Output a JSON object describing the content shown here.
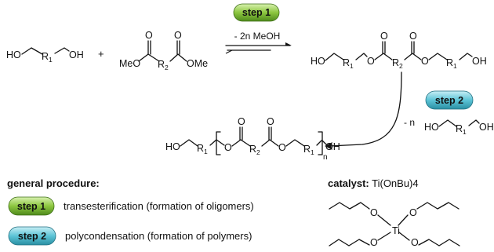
{
  "labels": {
    "plus": "+",
    "methanol_loss": "- 2n MeOH",
    "diol_loss": "- n",
    "general_procedure": "general procedure:",
    "catalyst": "catalyst:",
    "catalyst_formula": "Ti(OnBu)4",
    "step1_desc": "transesterification (formation of oligomers)",
    "step2_desc": "polycondensation (formation of polymers)"
  },
  "pills": {
    "step1": "step 1",
    "step2": "step 2"
  },
  "atoms": {
    "HO": "HO",
    "OH": "OH",
    "O": "O",
    "MeO": "MeO",
    "OMe": "OMe",
    "R": "R",
    "Ti": "Ti",
    "n": "n",
    "sub1": "1",
    "sub2": "2"
  },
  "colors": {
    "step1_fill": "#8cc63f",
    "step1_fill_dark": "#4f8a1c",
    "step2_fill": "#5cc4d6",
    "step2_fill_dark": "#2a8fa3"
  }
}
